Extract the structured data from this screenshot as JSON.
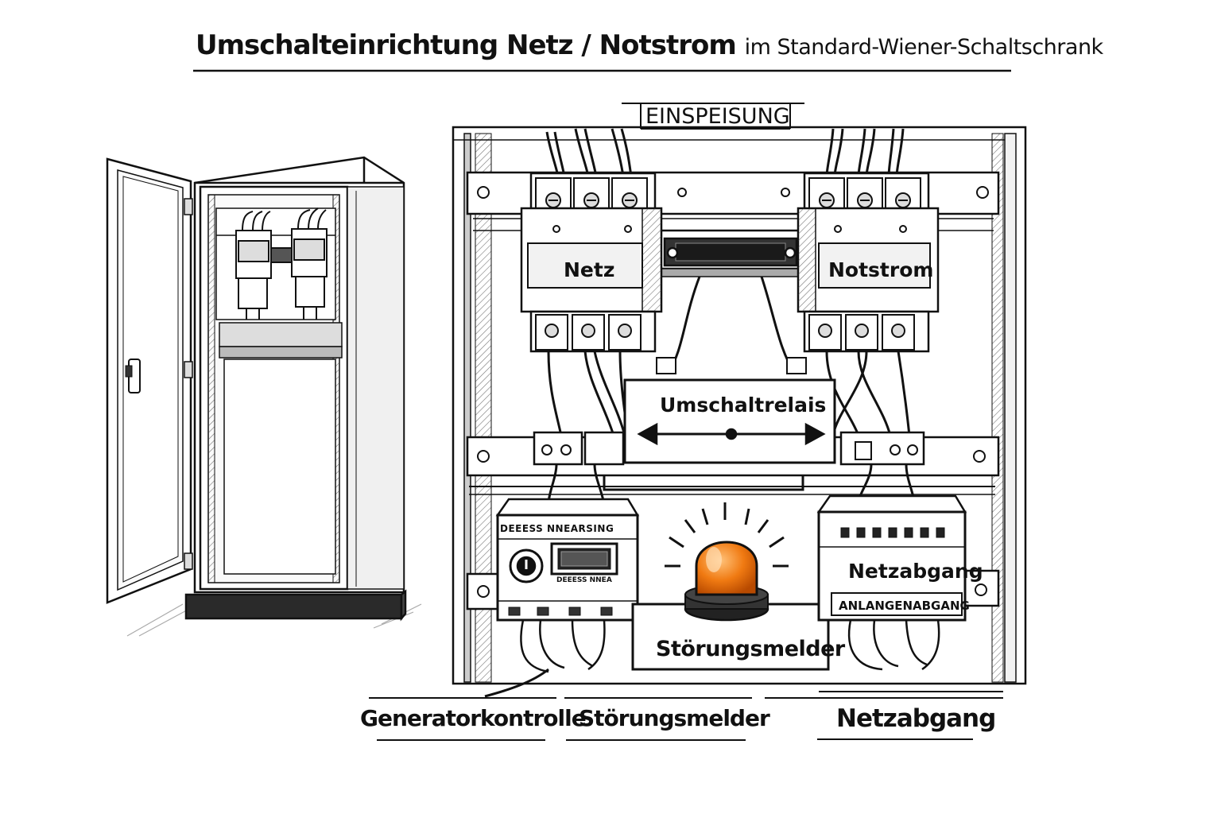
{
  "title": {
    "main": "Umschalteinrichtung Netz / Notstrom",
    "sub": "im Standard-Wiener-Schaltschrank"
  },
  "labels": {
    "einspeisung": "EINSPEISUNG",
    "netz": "Netz",
    "notstrom": "Notstrom",
    "umschaltrelais": "Umschaltrelais",
    "generator_display": "DEEESS NNEARSING",
    "generator_small": "DEEESS NNEA",
    "netzabgang_box": "Netzabgang",
    "anlagenabgang": "ANLANGENABGANG",
    "stoerungsmelder_box": "Störungsmelder"
  },
  "captions": {
    "generatorkontrolle": "Generatorkontrolle",
    "stoerungsmelder": "Störungsmelder",
    "netzabgang": "Netzabgang"
  },
  "colors": {
    "ink": "#111111",
    "beacon": "#f07a12",
    "beacon_highlight": "#ffc27a",
    "shade": "#9a9a9a"
  },
  "icons": [
    "power-knob-icon",
    "warning-beacon-icon",
    "double-arrow-icon"
  ]
}
